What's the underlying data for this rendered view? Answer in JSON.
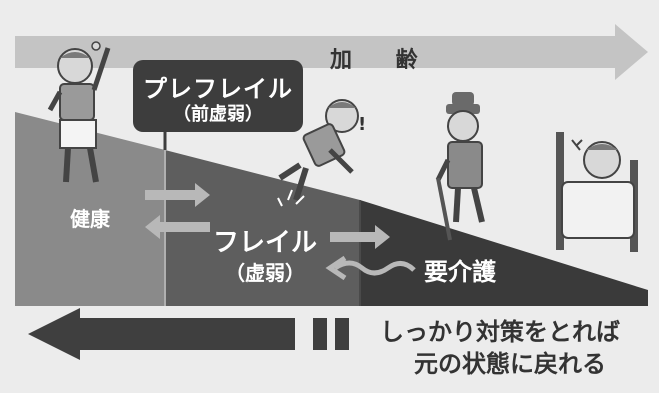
{
  "diagram": {
    "aging_label": "加 齢",
    "prefrail_title": "プレフレイル",
    "prefrail_sub": "（前虚弱）",
    "healthy_label": "健康",
    "frail_title": "フレイル",
    "frail_sub": "（虚弱）",
    "care_label": "要介護",
    "message_line1": "しっかり対策をとれば",
    "message_line2": "元の状態に戻れる"
  },
  "colors": {
    "background": "#ececec",
    "top_arrow": "#c4c4c4",
    "stage_healthy": "#8a8a8a",
    "stage_frail": "#5e5e5e",
    "stage_care": "#3a3a3a",
    "callout": "#3d3d3d",
    "bottom_arrow": "#3f3f3f"
  },
  "icons": [
    "exercising-elder-icon",
    "stumbling-elder-icon",
    "elder-with-cane-icon",
    "bedridden-elder-icon"
  ]
}
